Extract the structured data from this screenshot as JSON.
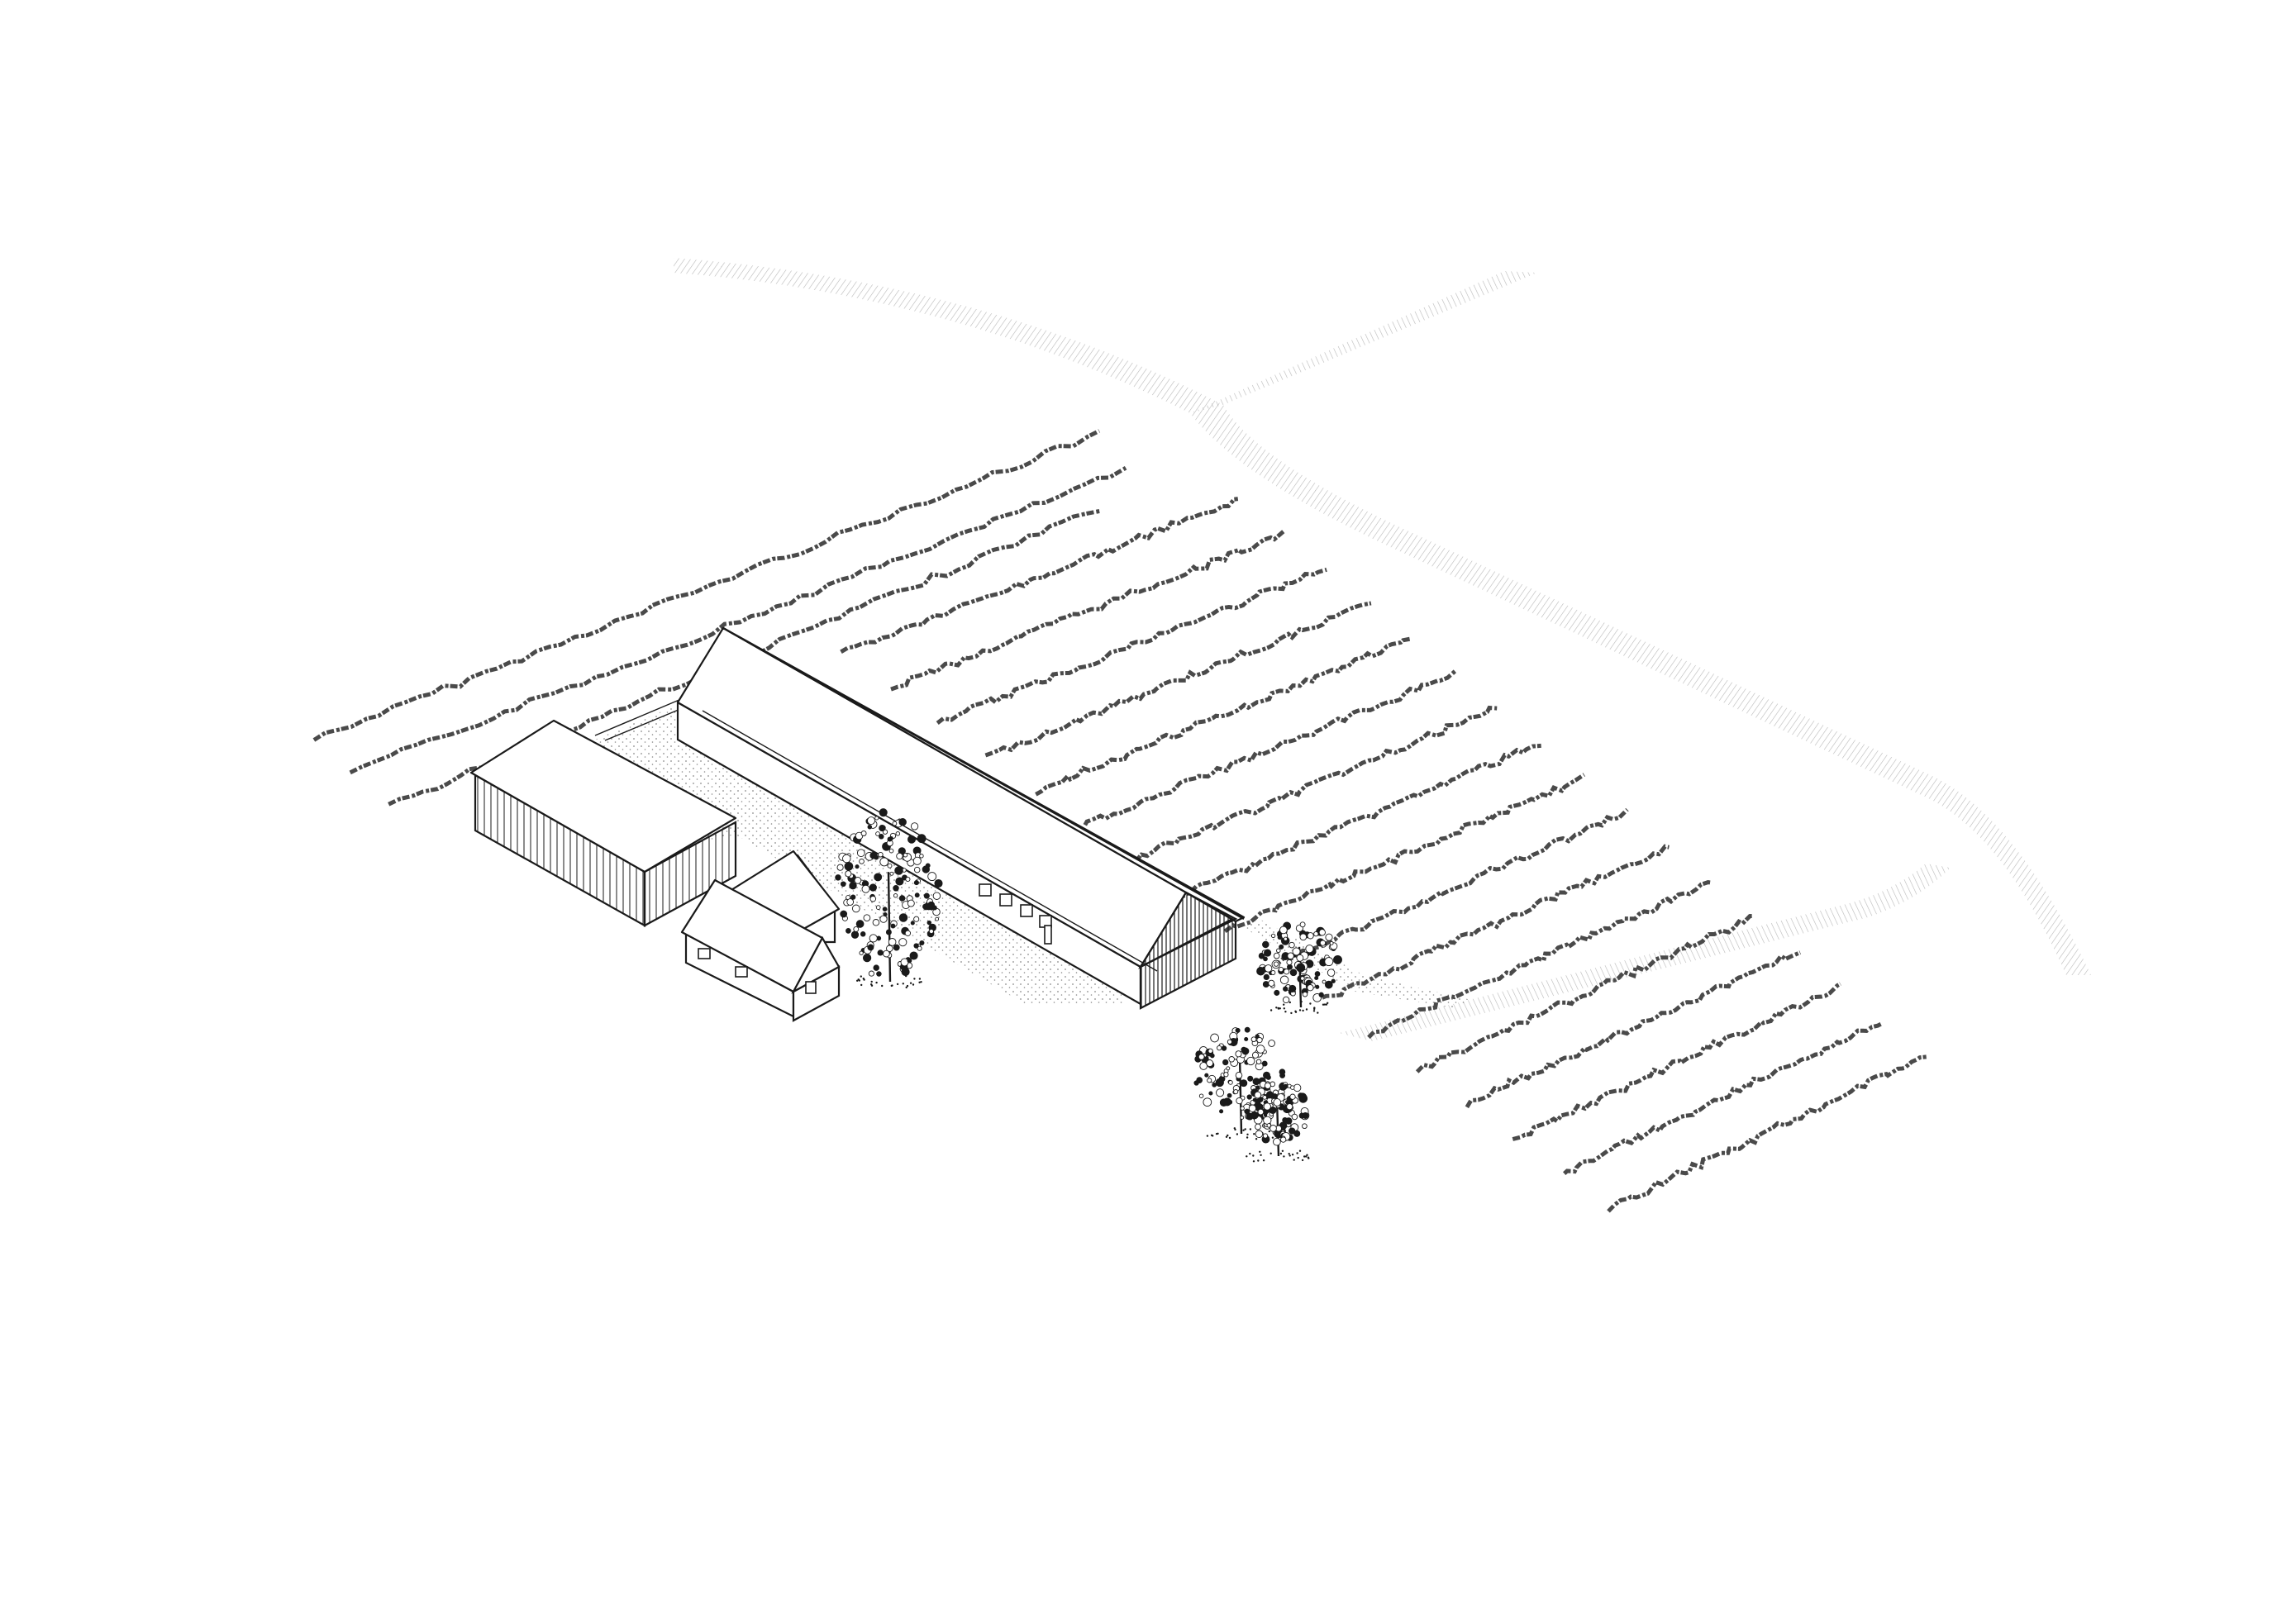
{
  "drawing": {
    "style": "isometric line drawing",
    "colors": {
      "ink": "#1a1a1a",
      "paper": "#ffffff",
      "path_hatch": "#b8b8b8",
      "vine_ink": "#4a4a4a",
      "ground_stipple": "#8a8a8a"
    },
    "elements": [
      "long-barn",
      "storage-shed",
      "small-house",
      "courtyard",
      "vineyard-rows",
      "farm-paths",
      "trees"
    ],
    "vineyard": {
      "row_count": 20
    },
    "trees": {
      "count": 4
    }
  }
}
